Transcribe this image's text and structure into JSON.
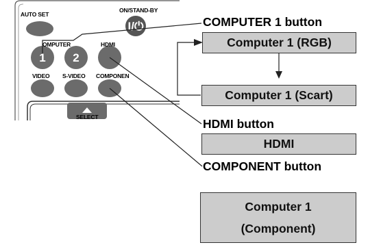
{
  "remote": {
    "auto_set_label": "AUTO SET",
    "standby_label": "ON/STAND-BY",
    "power_symbol": "I/⏻",
    "computer_label": "OMPUTER",
    "hdmi_label": "HDMI",
    "btn1_label": "1",
    "btn2_label": "2",
    "video_label": "VIDEO",
    "svideo_label": "S-VIDEO",
    "component_label": "COMPONEN",
    "select_label": "SELECT",
    "button_color": "#6b6b6b",
    "power_color": "#555555"
  },
  "callouts": {
    "computer1_button": "COMPUTER 1 button",
    "hdmi_button": "HDMI button",
    "component_button": "COMPONENT button"
  },
  "boxes": {
    "computer1_rgb": "Computer 1 (RGB)",
    "computer1_scart": "Computer 1 (Scart)",
    "hdmi": "HDMI",
    "computer1_component_line1": "Computer 1",
    "computer1_component_line2": "(Component)",
    "fill_color": "#cccccc"
  }
}
